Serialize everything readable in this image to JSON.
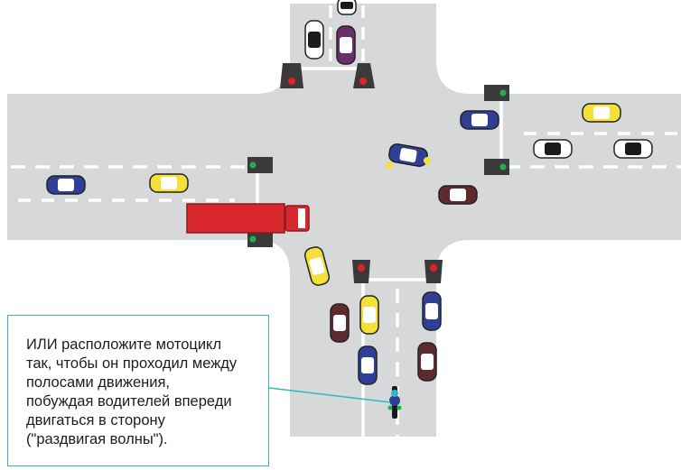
{
  "callout": {
    "text": "ИЛИ расположите мотоцикл\nтак, чтобы он проходил между\nполосами движения,\nпобуждая водителей впереди\nдвигаться в сторону\n(\"раздвигая волны\")."
  },
  "colors": {
    "road": "#d7d8d9",
    "lane_marking": "#ffffff",
    "signal_housing": "#3a3a3a",
    "signal_red": "#e2202a",
    "signal_green": "#1fb14b",
    "truck_red": "#d8282d",
    "callout_border": "#2fb7c9",
    "car_blue": "#2f3f95",
    "car_yellow": "#f3e03a",
    "car_white": "#ffffff",
    "car_maroon": "#5e2a2e",
    "car_purple": "#6a2e6a",
    "car_black": "#1a1a1a"
  },
  "traffic_lights": [
    {
      "name": "north-left",
      "state": "red"
    },
    {
      "name": "north-right",
      "state": "red"
    },
    {
      "name": "east-top",
      "state": "green"
    },
    {
      "name": "east-bottom",
      "state": "green"
    },
    {
      "name": "west-top",
      "state": "green"
    },
    {
      "name": "west-bottom",
      "state": "green"
    },
    {
      "name": "south-left",
      "state": "red"
    },
    {
      "name": "south-right",
      "state": "red"
    }
  ],
  "vehicles": [
    {
      "id": "car-north-white",
      "color": "white"
    },
    {
      "id": "car-north-purple",
      "color": "purple"
    },
    {
      "id": "car-north-top",
      "color": "white"
    },
    {
      "id": "car-east-blue",
      "color": "blue"
    },
    {
      "id": "car-east-yellow",
      "color": "yellow"
    },
    {
      "id": "car-east-white-1",
      "color": "white"
    },
    {
      "id": "car-east-white-2",
      "color": "white"
    },
    {
      "id": "car-crash-blue",
      "color": "blue"
    },
    {
      "id": "car-center-maroon",
      "color": "maroon"
    },
    {
      "id": "car-west-blue",
      "color": "blue"
    },
    {
      "id": "car-west-yellow",
      "color": "yellow"
    },
    {
      "id": "truck-red",
      "color": "red"
    },
    {
      "id": "car-south-yellow-turn",
      "color": "yellow"
    },
    {
      "id": "car-south-maroon-1",
      "color": "maroon"
    },
    {
      "id": "car-south-yellow",
      "color": "yellow"
    },
    {
      "id": "car-south-blue-1",
      "color": "blue"
    },
    {
      "id": "car-south-blue-2",
      "color": "blue"
    },
    {
      "id": "car-south-maroon-2",
      "color": "maroon"
    },
    {
      "id": "motorcycle",
      "color": "blue"
    }
  ]
}
